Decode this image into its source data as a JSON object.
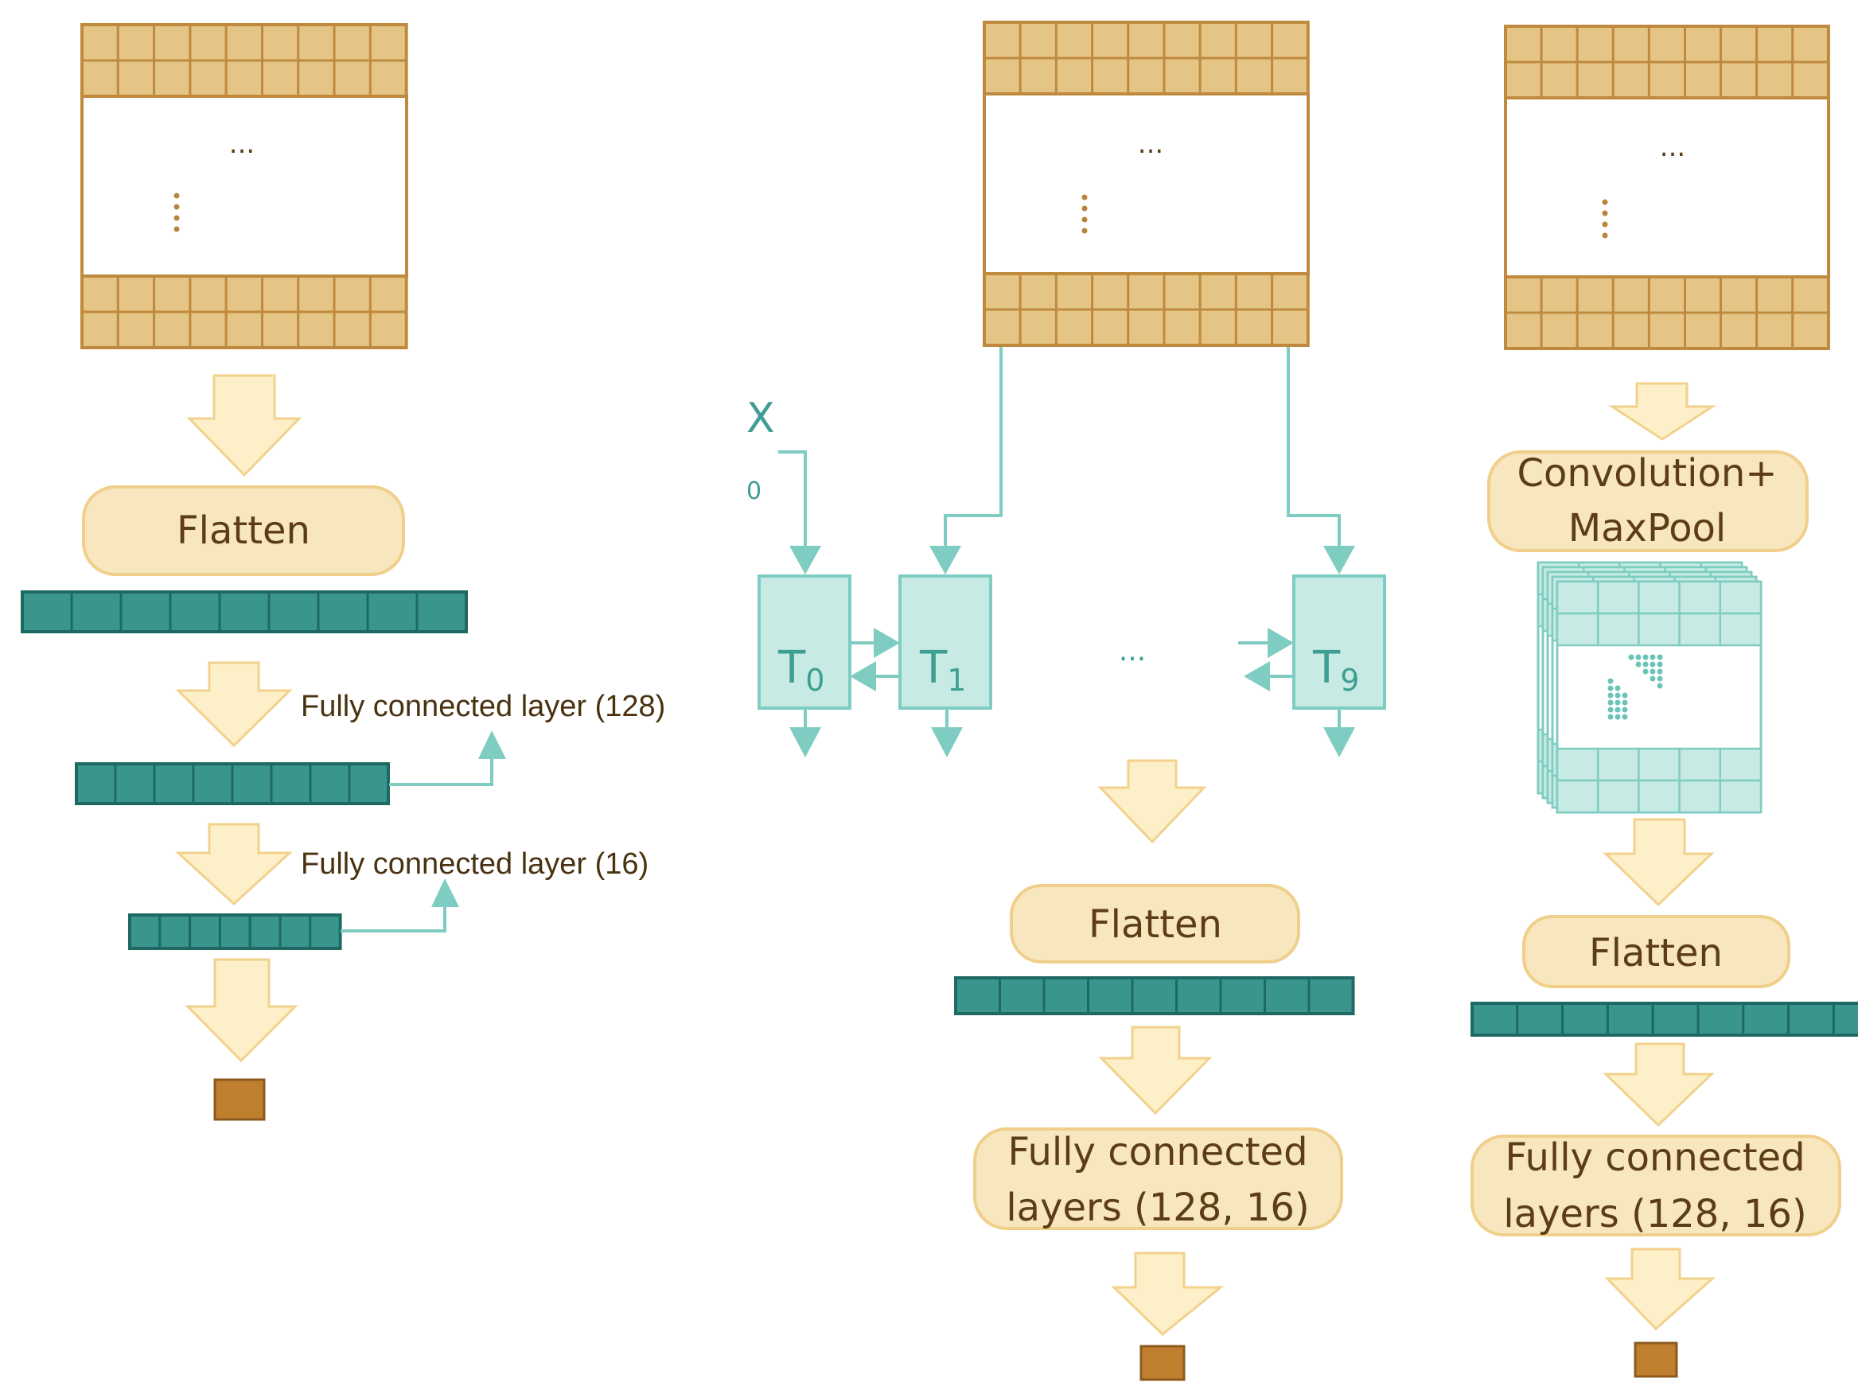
{
  "colors": {
    "grid_fill": "#e5c585",
    "grid_stroke": "#c08a3e",
    "arrow_fill": "#fdf0c9",
    "arrow_stroke": "#f2d18c",
    "box_fill": "#f7e6be",
    "box_stroke": "#f0cf8a",
    "vector_fill": "#3a958c",
    "vector_stroke": "#1e6a62",
    "teal_line": "#7fcdc2",
    "teal_box_fill": "#c7ebe4",
    "teal_text": "#3f9e93",
    "output_fill": "#c07f2e",
    "output_stroke": "#8c5a1e",
    "label_text": "#5c3d14"
  },
  "left": {
    "ellipsis_h": "...",
    "flatten_label": "Flatten",
    "fc1_label": "Fully connected layer (128)",
    "fc2_label": "Fully connected layer (16)"
  },
  "middle": {
    "ellipsis_h": "...",
    "x_label": "X",
    "x_sub": "0",
    "t0_label": "T",
    "t0_sub": "0",
    "t1_label": "T",
    "t1_sub": "1",
    "t9_label": "T",
    "t9_sub": "9",
    "between_ellipsis": "...",
    "flatten_label": "Flatten",
    "fc_line1": "Fully connected",
    "fc_line2": "layers (128, 16)"
  },
  "right": {
    "ellipsis_h": "...",
    "conv_line1": "Convolution+",
    "conv_line2": "MaxPool",
    "flatten_label": "Flatten",
    "fc_line1": "Fully connected",
    "fc_line2": "layers (128, 16)"
  }
}
